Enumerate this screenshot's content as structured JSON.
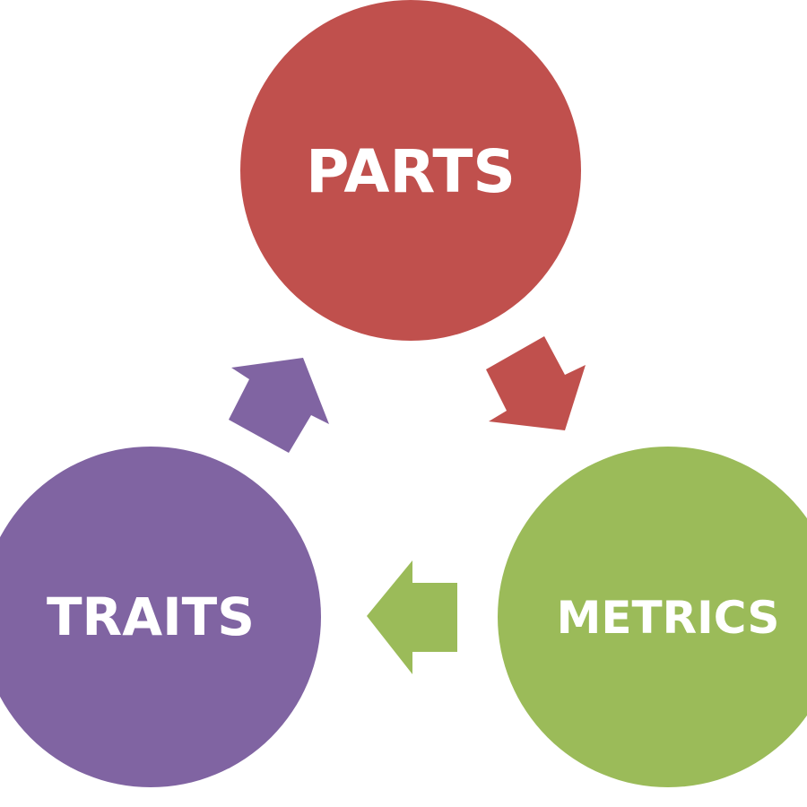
{
  "diagram": {
    "type": "cycle",
    "nodes": [
      {
        "id": "parts",
        "label": "PARTS",
        "color": "#c0504d"
      },
      {
        "id": "metrics",
        "label": "METRICS",
        "color": "#9bbb59"
      },
      {
        "id": "traits",
        "label": "TRAITS",
        "color": "#8064a2"
      }
    ],
    "edges": [
      {
        "from": "parts",
        "to": "metrics",
        "color": "#c0504d"
      },
      {
        "from": "metrics",
        "to": "traits",
        "color": "#9bbb59"
      },
      {
        "from": "traits",
        "to": "parts",
        "color": "#8064a2"
      }
    ]
  }
}
